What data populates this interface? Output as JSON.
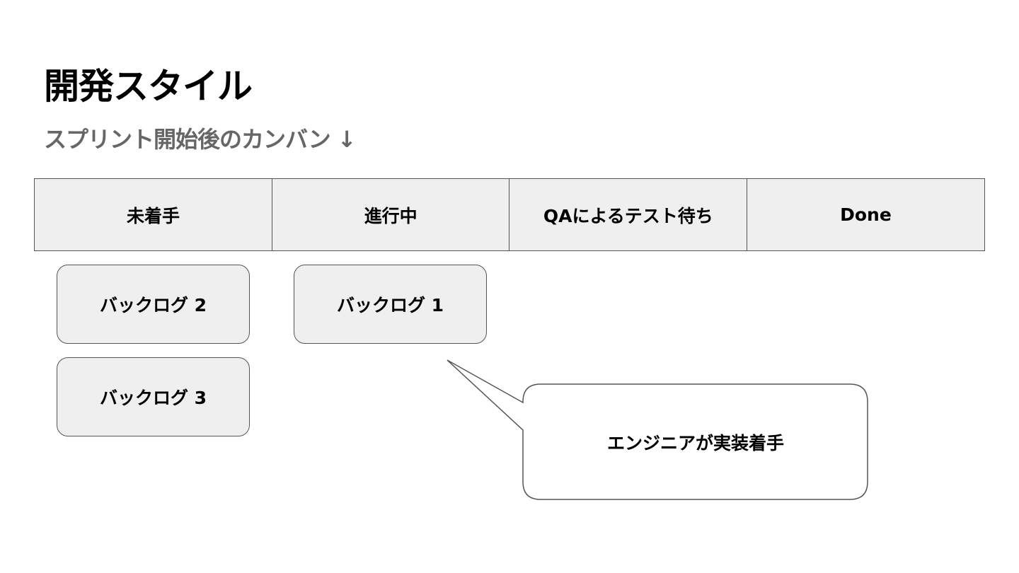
{
  "title": "開発スタイル",
  "subtitle": "スプリント開始後のカンバン ↓",
  "columns": [
    {
      "label": "未着手"
    },
    {
      "label": "進行中"
    },
    {
      "label": "QAによるテスト待ち"
    },
    {
      "label": "Done"
    }
  ],
  "cards": {
    "todo": [
      {
        "label": "バックログ 2"
      },
      {
        "label": "バックログ 3"
      }
    ],
    "in_progress": [
      {
        "label": "バックログ 1"
      }
    ]
  },
  "callout": {
    "text": "エンジニアが実装着手"
  },
  "colors": {
    "header_fill": "#efefef",
    "border": "#555555",
    "subtitle": "#666666"
  }
}
